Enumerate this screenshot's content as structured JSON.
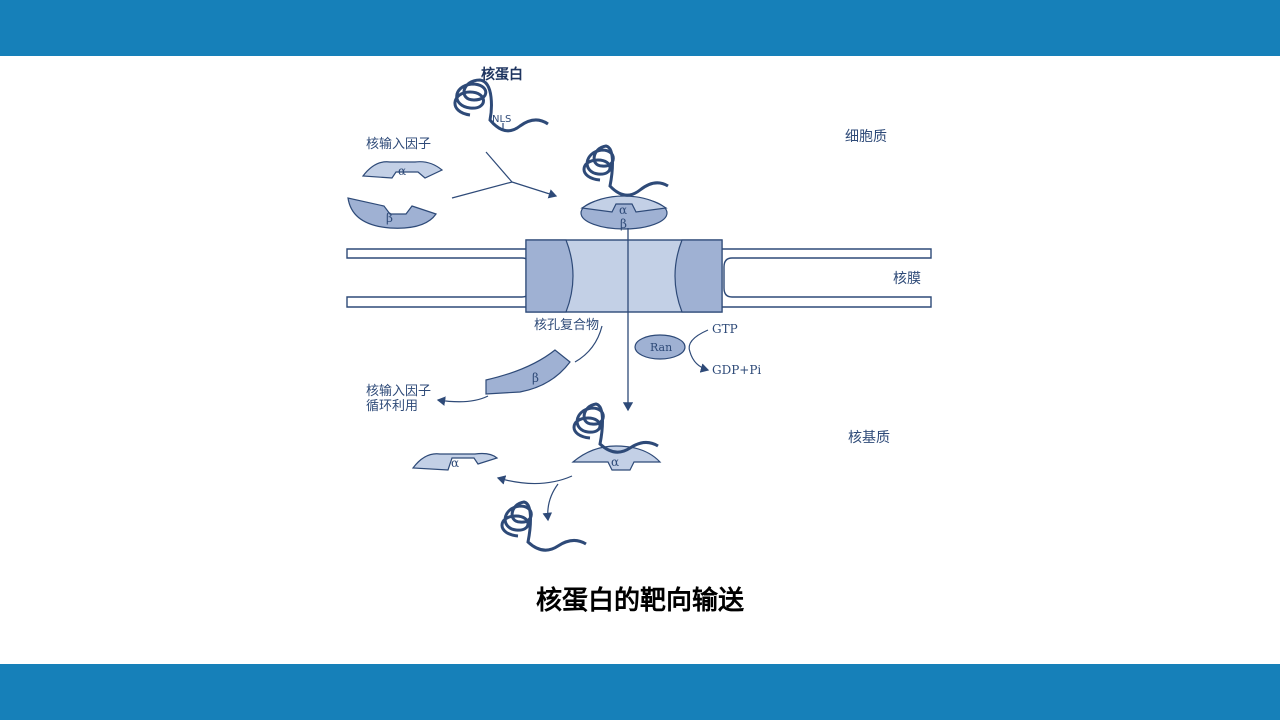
{
  "slide": {
    "band_color": "#1680b9",
    "caption": "核蛋白的靶向输送"
  },
  "diagram": {
    "labels": {
      "nuclear_protein": "核蛋白",
      "nls": "NLS",
      "import_factor": "核输入因子",
      "cytoplasm": "细胞质",
      "nuclear_envelope": "核膜",
      "npc": "核孔复合物",
      "recycle_line1": "核输入因子",
      "recycle_line2": "循环利用",
      "nucleoplasm": "核基质",
      "ran": "Ran",
      "gtp": "GTP",
      "gdp_pi": "GDP+Pi",
      "alpha": "α",
      "beta": "β"
    },
    "colors": {
      "stroke": "#2e4a78",
      "fill_light": "#c3d0e6",
      "fill_mid": "#9fb1d3",
      "fill_dark": "#7f96c2"
    }
  }
}
